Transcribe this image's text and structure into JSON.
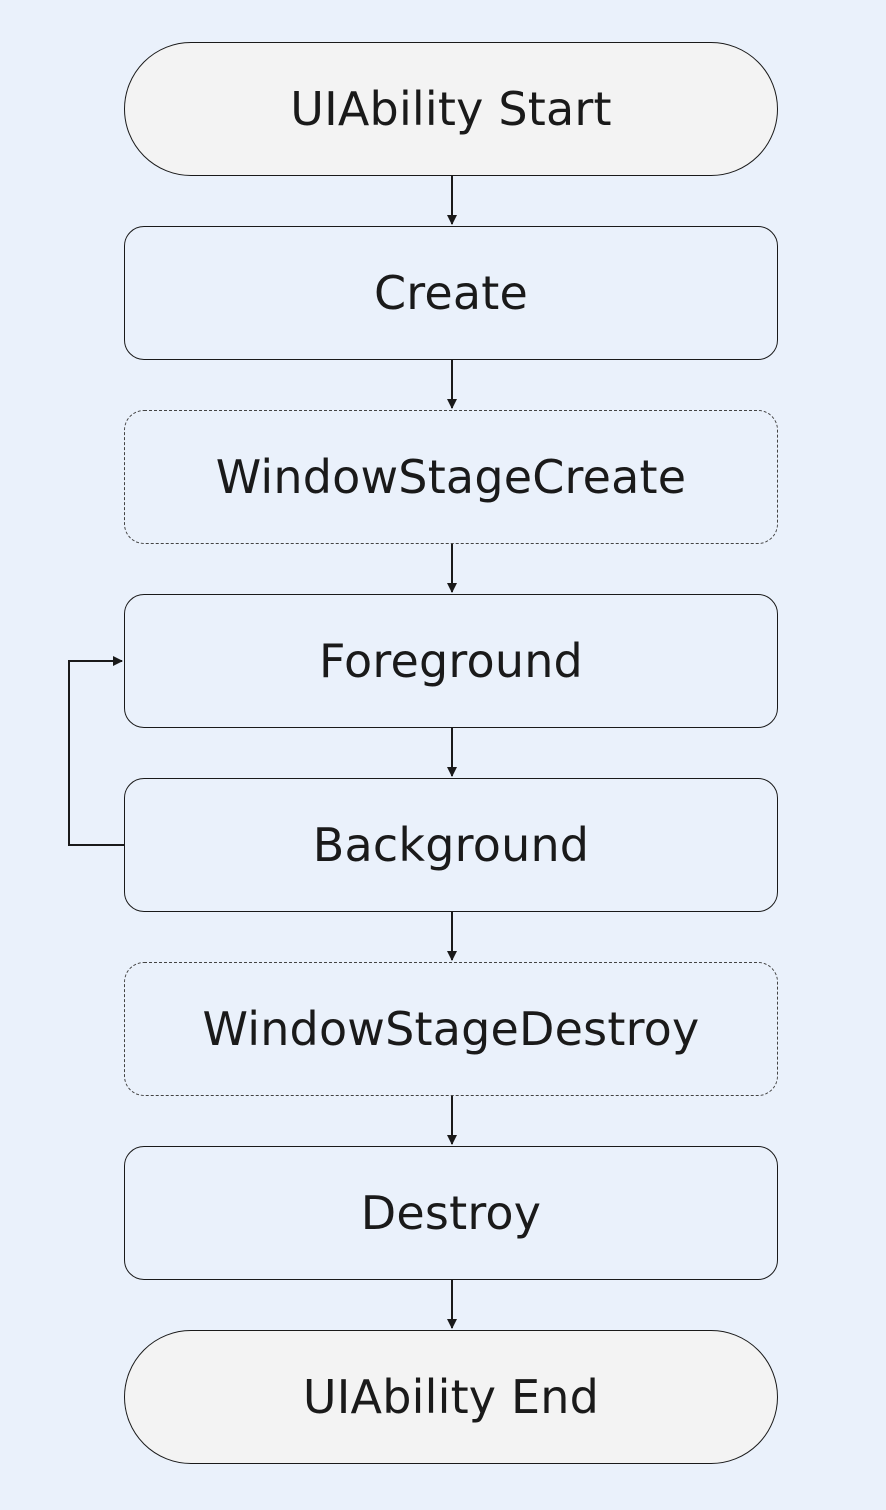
{
  "nodes": {
    "start": "UIAbility Start",
    "create": "Create",
    "window_stage_create": "WindowStageCreate",
    "foreground": "Foreground",
    "background": "Background",
    "window_stage_destroy": "WindowStageDestroy",
    "destroy": "Destroy",
    "end": "UIAbility End"
  },
  "colors": {
    "background": "#eaf1fb",
    "terminal_fill": "#f3f3f3",
    "stroke": "#1a1a1a"
  }
}
